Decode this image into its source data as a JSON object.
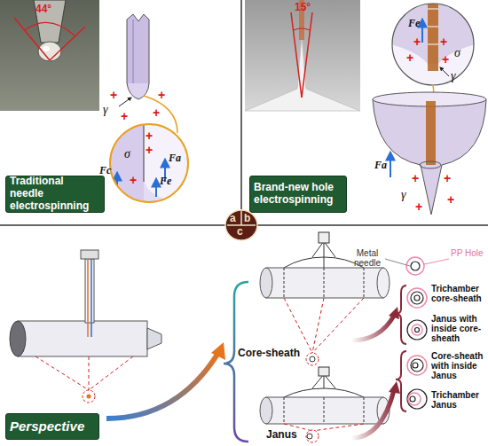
{
  "diagram": {
    "nodes": [
      {
        "text": [
          "Traditional needle electrospinning"
        ]
      },
      {
        "text": [
          "Brand-new hole electrospinning"
        ]
      },
      {
        "text": [
          "a",
          "b",
          "c"
        ]
      },
      {
        "text": [
          "Perspective"
        ]
      }
    ],
    "labels": [
      "44°",
      "γ",
      "+",
      "+",
      "+",
      "+",
      "σ",
      "Fc",
      "Fa",
      "Fe",
      "+",
      "+",
      "+",
      "15°",
      "Fe",
      "σ",
      "γ",
      "+",
      "+",
      "+",
      "+",
      "Fa",
      "γ",
      "+",
      "+",
      "+",
      "+",
      "Metal needle",
      "PP Hole",
      "Core-sheath",
      "Janus",
      "Trichamber core-sheath",
      "Janus with inside core-sheath",
      "Core-sheath with inside Janus",
      "Trichamber Janus"
    ]
  }
}
